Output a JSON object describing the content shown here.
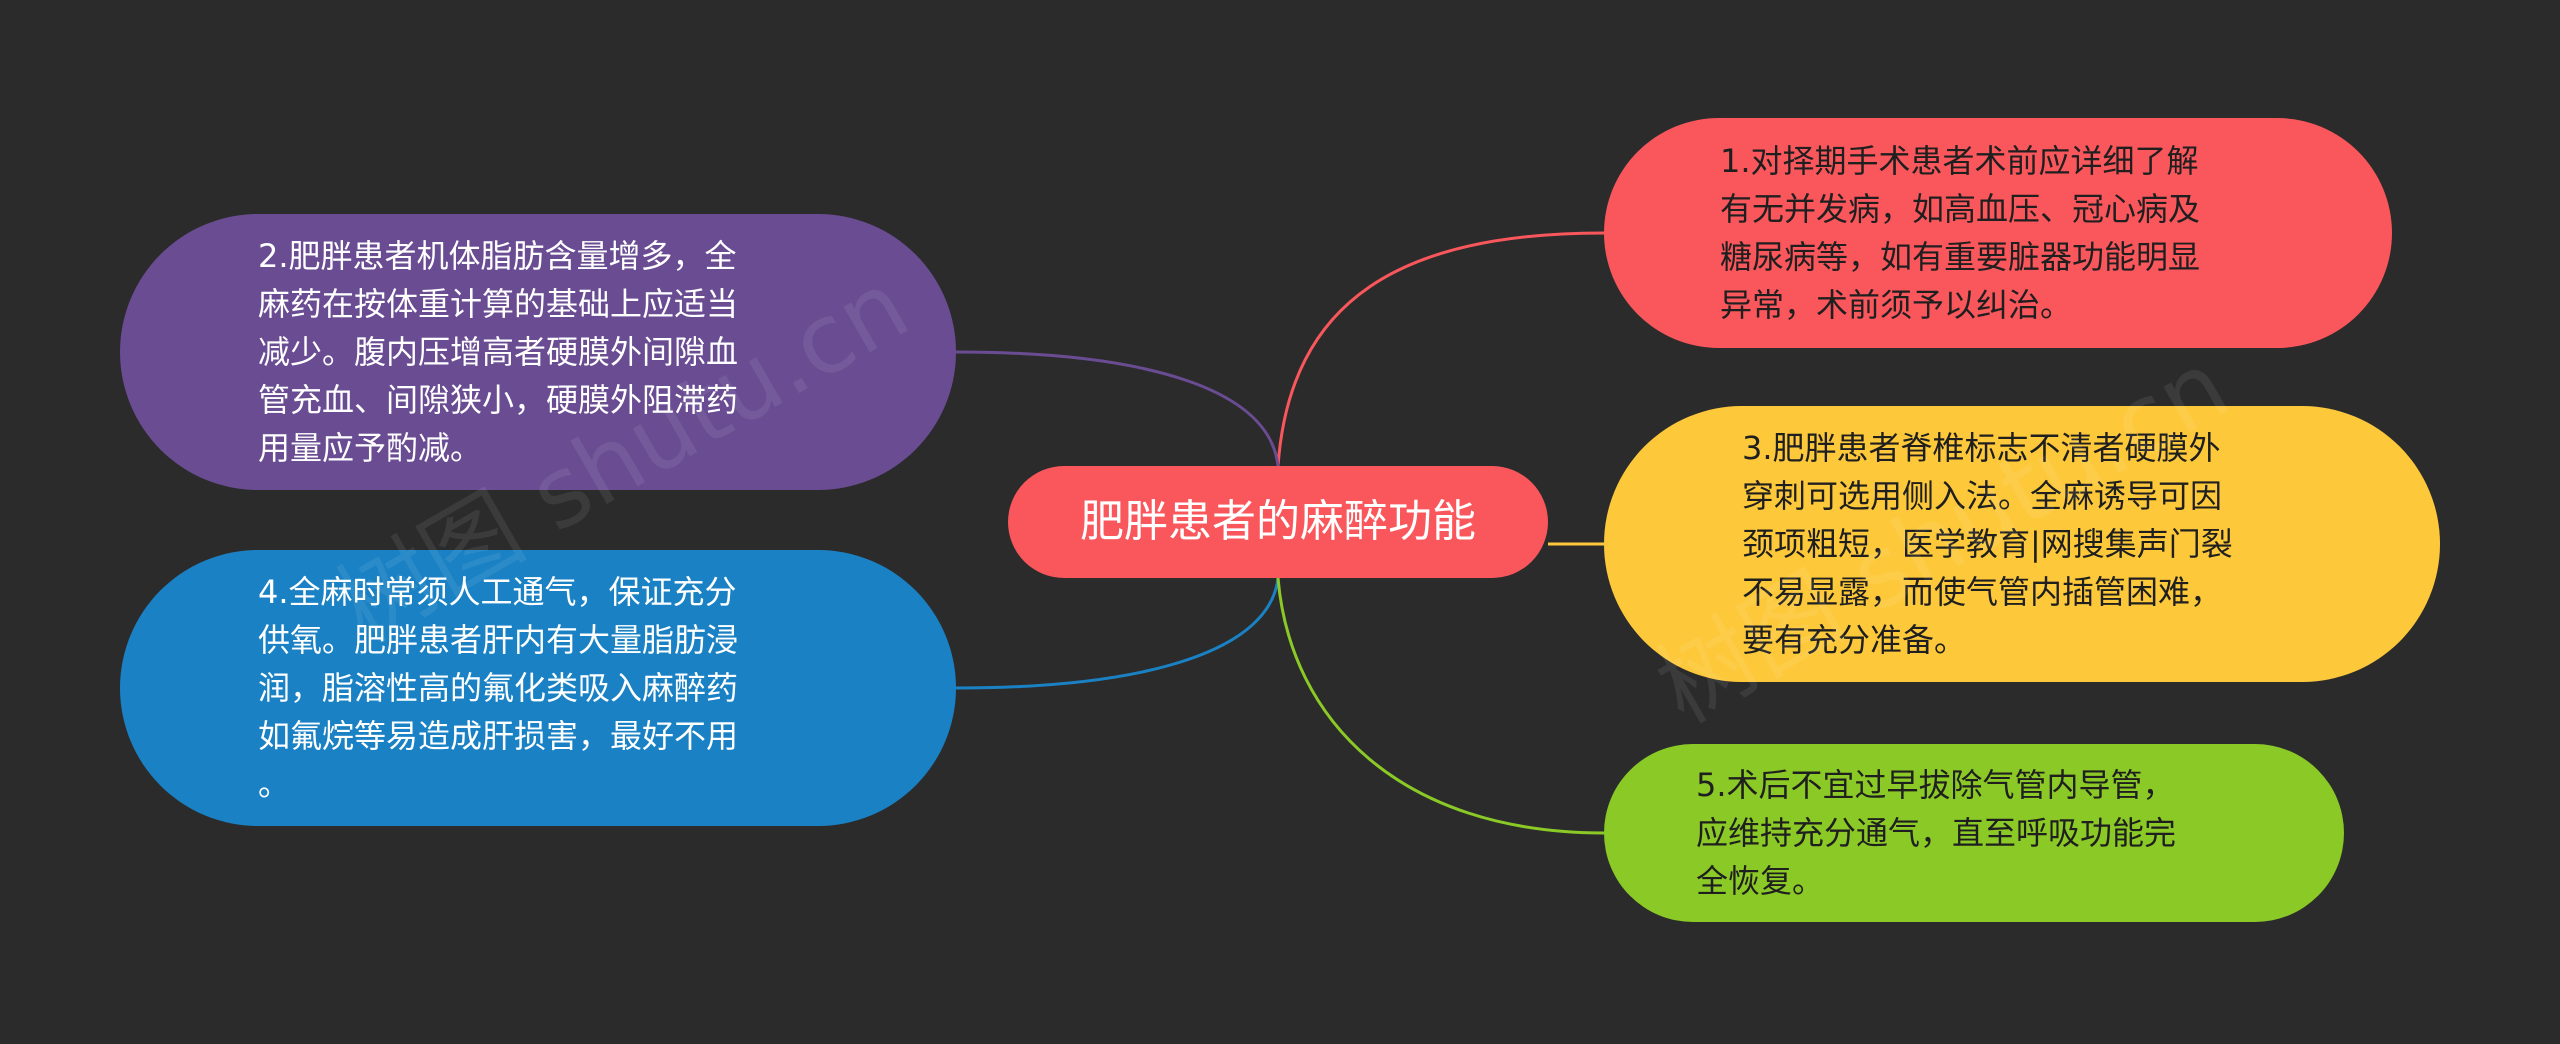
{
  "center": {
    "label": "肥胖患者的麻醉功能",
    "color": "#f9575c"
  },
  "nodes": [
    {
      "id": "n1",
      "text": "1.对择期手术患者术前应详细了解\n有无并发病，如高血压、冠心病及\n糖尿病等，如有重要脏器功能明显\n异常，术前须予以纠治。",
      "color": "#f9575c",
      "text_color": "#1f1f1f"
    },
    {
      "id": "n2",
      "text": "2.肥胖患者机体脂肪含量增多，全\n麻药在按体重计算的基础上应适当\n减少。腹内压增高者硬膜外间隙血\n管充血、间隙狭小，硬膜外阻滞药\n用量应予酌减。",
      "color": "#6a4c93",
      "text_color": "#ffffff"
    },
    {
      "id": "n3",
      "text": "3.肥胖患者脊椎标志不清者硬膜外\n穿刺可选用侧入法。全麻诱导可因\n颈项粗短，医学教育|网搜集声门裂\n不易显露，而使气管内插管困难，\n要有充分准备。",
      "color": "#fdc93b",
      "text_color": "#1f1f1f"
    },
    {
      "id": "n4",
      "text": "4.全麻时常须人工通气，保证充分\n供氧。肥胖患者肝内有大量脂肪浸\n润，脂溶性高的氟化类吸入麻醉药\n如氟烷等易造成肝损害，最好不用\n。",
      "color": "#1a82c4",
      "text_color": "#ffffff"
    },
    {
      "id": "n5",
      "text": "5.术后不宜过早拔除气管内导管，\n应维持充分通气，直至呼吸功能完\n全恢复。",
      "color": "#8ac926",
      "text_color": "#1f1f1f"
    }
  ],
  "watermarks": [
    "树图 shutu.cn",
    "树图 shutu.cn"
  ]
}
